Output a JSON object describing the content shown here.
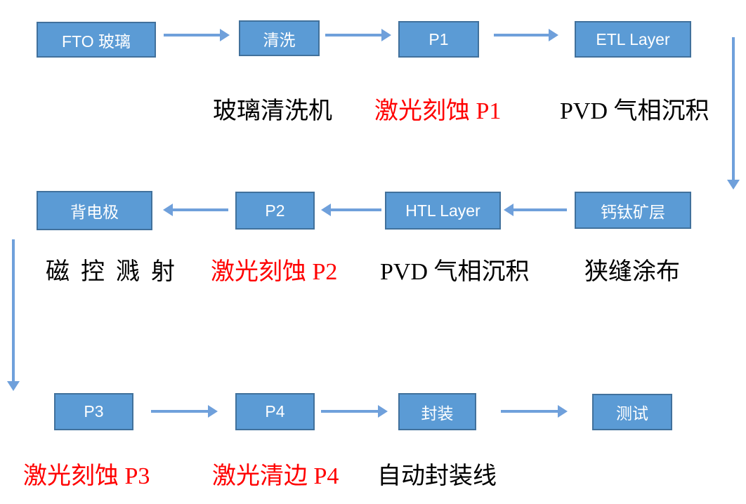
{
  "colors": {
    "box_fill": "#5B9BD5",
    "box_border": "#41719C",
    "arrow": "#6FA0DB",
    "text_red": "#FF0000",
    "text_black": "#000000",
    "box_text": "#FFFFFF",
    "background": "#FFFFFF"
  },
  "boxes": [
    {
      "label": "FTO 玻璃"
    },
    {
      "label": "清洗"
    },
    {
      "label": "P1"
    },
    {
      "label": "ETL Layer"
    },
    {
      "label": "背电极"
    },
    {
      "label": "P2"
    },
    {
      "label": "HTL Layer"
    },
    {
      "label": "钙钛矿层"
    },
    {
      "label": "P3"
    },
    {
      "label": "P4"
    },
    {
      "label": "封装"
    },
    {
      "label": "测试"
    }
  ],
  "labels": [
    {
      "text": "玻璃清洗机",
      "emphasis": "black"
    },
    {
      "text": "激光刻蚀 P1",
      "emphasis": "red"
    },
    {
      "text": "PVD 气相沉积",
      "emphasis": "black"
    },
    {
      "text": "磁控溅射",
      "emphasis": "black"
    },
    {
      "text": "激光刻蚀 P2",
      "emphasis": "red"
    },
    {
      "text": "PVD 气相沉积",
      "emphasis": "black"
    },
    {
      "text": "狭缝涂布",
      "emphasis": "black"
    },
    {
      "text": "激光刻蚀 P3",
      "emphasis": "red"
    },
    {
      "text": "激光清边 P4",
      "emphasis": "red"
    },
    {
      "text": "自动封装线",
      "emphasis": "black"
    }
  ],
  "edges": [
    {
      "from": "FTO 玻璃",
      "to": "清洗"
    },
    {
      "from": "清洗",
      "to": "P1"
    },
    {
      "from": "P1",
      "to": "ETL Layer"
    },
    {
      "from": "ETL Layer",
      "to": "钙钛矿层"
    },
    {
      "from": "钙钛矿层",
      "to": "HTL Layer"
    },
    {
      "from": "HTL Layer",
      "to": "P2"
    },
    {
      "from": "P2",
      "to": "背电极"
    },
    {
      "from": "背电极",
      "to": "P3"
    },
    {
      "from": "P3",
      "to": "P4"
    },
    {
      "from": "P4",
      "to": "封装"
    },
    {
      "from": "封装",
      "to": "测试"
    }
  ]
}
